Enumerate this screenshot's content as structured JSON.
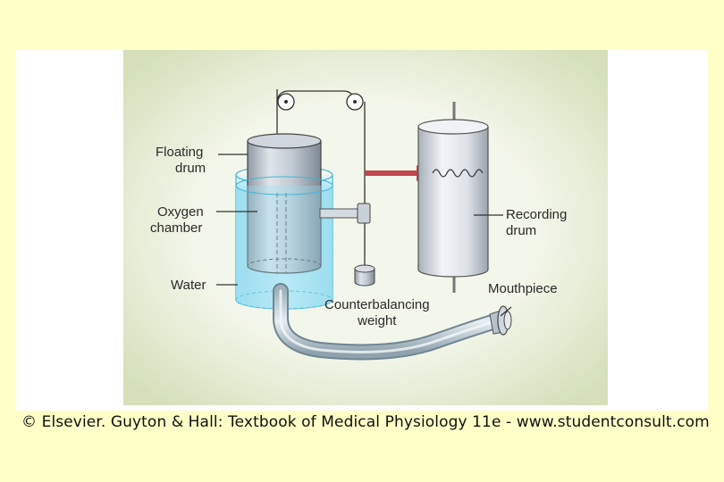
{
  "labels": {
    "floating_drum": [
      "Floating",
      "drum"
    ],
    "oxygen_chamber": [
      "Oxygen",
      "chamber"
    ],
    "water": "Water",
    "counterbalancing_weight": [
      "Counterbalancing",
      "weight"
    ],
    "recording_drum": [
      "Recording",
      "drum"
    ],
    "mouthpiece": "Mouthpiece"
  },
  "caption": "© Elsevier. Guyton & Hall: Textbook of Medical Physiology 11e - www.studentconsult.com",
  "colors": {
    "page_background": "#ffffc8",
    "diagram_background": "#dfe8c9",
    "water": "#a9e4f2",
    "drum": "#c3ccd6",
    "arrow": "#c0454e"
  }
}
